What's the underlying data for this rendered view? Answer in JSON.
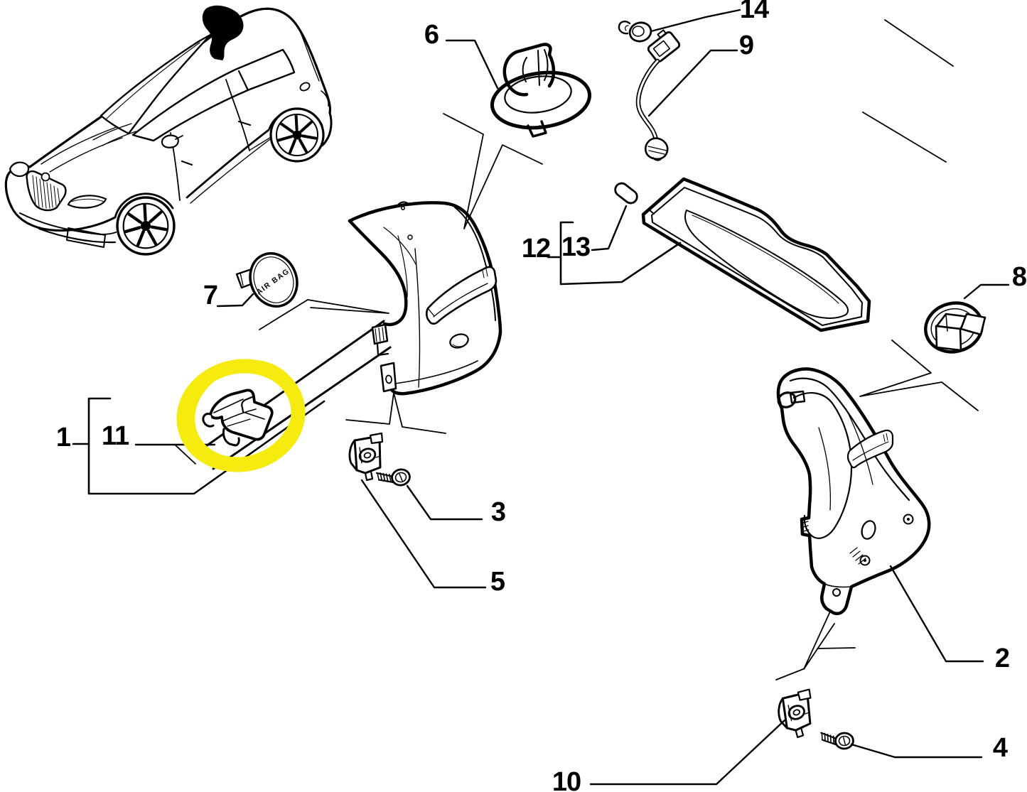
{
  "diagram": {
    "background_color": "#ffffff",
    "line_color": "#000000",
    "highlight_color": "#f5eb0e",
    "highlighted_part": "11",
    "airbag_badge_text": "AIR BAG",
    "callouts": {
      "c1": {
        "label": "1"
      },
      "c2": {
        "label": "2"
      },
      "c3": {
        "label": "3"
      },
      "c4": {
        "label": "4"
      },
      "c5": {
        "label": "5"
      },
      "c6": {
        "label": "6"
      },
      "c7": {
        "label": "7"
      },
      "c8": {
        "label": "8"
      },
      "c9": {
        "label": "9"
      },
      "c10": {
        "label": "10"
      },
      "c11": {
        "label": "11"
      },
      "c12": {
        "label": "12"
      },
      "c13": {
        "label": "13"
      },
      "c14": {
        "label": "14"
      }
    }
  }
}
